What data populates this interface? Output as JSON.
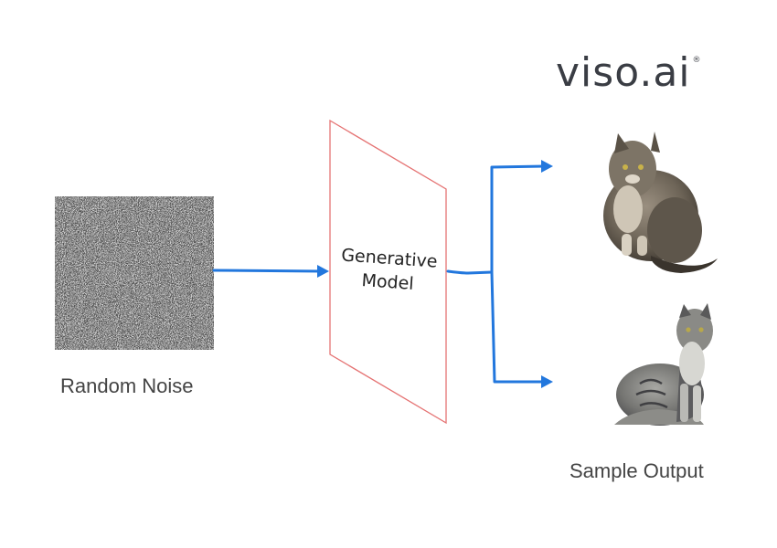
{
  "brand": {
    "name": "viso.ai",
    "mark": "®"
  },
  "input": {
    "caption": "Random Noise"
  },
  "model": {
    "label_line1": "Generative",
    "label_line2": "Model"
  },
  "output": {
    "caption": "Sample Output",
    "samples": [
      "fluffy-cat-image",
      "tabby-cat-image"
    ]
  },
  "colors": {
    "arrow": "#2277dd",
    "model_border": "#e57373",
    "text": "#444444",
    "brand": "#3a3d44"
  }
}
